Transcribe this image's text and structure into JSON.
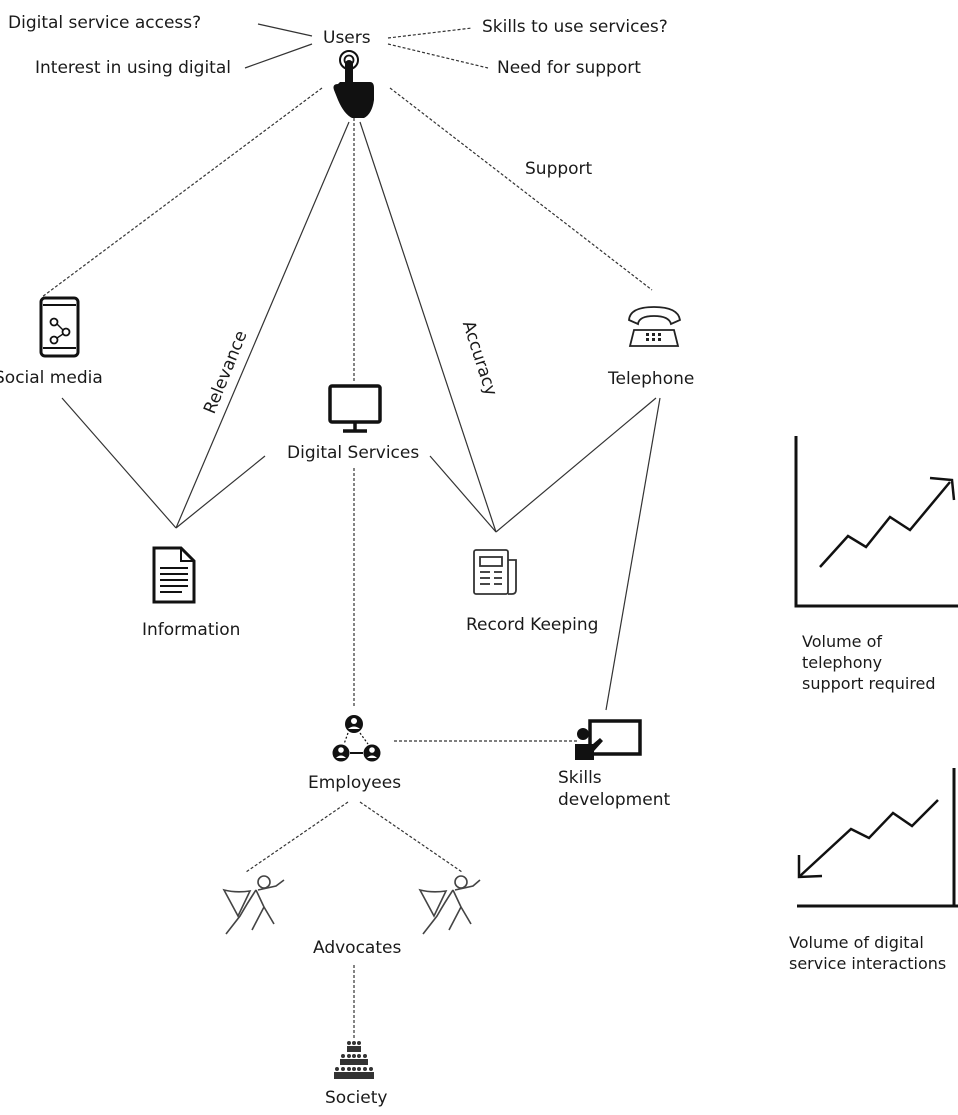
{
  "user_questions": {
    "digital_access": "Digital service access?",
    "interest": "Interest in using digital",
    "skills": "Skills to use services?",
    "support_need": "Need for support"
  },
  "nodes": {
    "users": "Users",
    "social_media": "Social media",
    "digital_services": "Digital Services",
    "telephone": "Telephone",
    "information": "Information",
    "record_keeping": "Record Keeping",
    "employees": "Employees",
    "skills_development": "Skills\ndevelopment",
    "advocates": "Advocates",
    "society": "Society"
  },
  "edge_labels": {
    "support": "Support",
    "relevance": "Relevance",
    "accuracy": "Accuracy"
  },
  "trend_charts": {
    "telephony": {
      "caption": "Volume of\ntelephony\nsupport required",
      "trend": "increasing"
    },
    "digital": {
      "caption": "Volume of digital\nservice interactions",
      "trend": "decreasing"
    }
  },
  "icons": {
    "users": "pointing-hand-icon",
    "social_media": "smartphone-share-icon",
    "digital_services": "monitor-icon",
    "telephone": "telephone-icon",
    "information": "document-icon",
    "record_keeping": "newspaper-icon",
    "employees": "team-network-icon",
    "skills_development": "teacher-board-icon",
    "advocates": "superhero-icon",
    "society": "crowd-icon"
  },
  "colors": {
    "line": "#333333",
    "icon": "#111111",
    "text": "#1a1a1a"
  }
}
